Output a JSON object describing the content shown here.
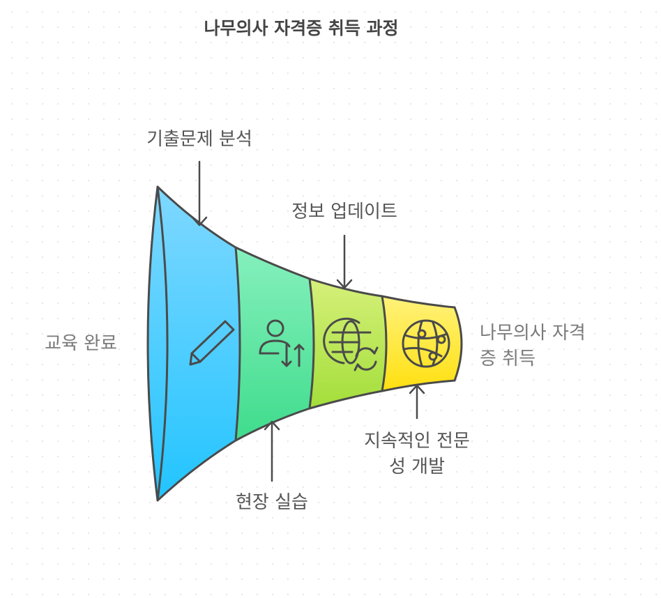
{
  "title": "나무의사 자격증 취득 과정",
  "stages": {
    "start": "교육 완료",
    "step1": "기출문제 분석",
    "step2": "현장 실습",
    "step3": "정보 업데이트",
    "step4_line1": "지속적인 전문",
    "step4_line2": "성 개발",
    "end_line1": "나무의사 자격",
    "end_line2": "증 취득"
  },
  "colors": {
    "blue": "#3ec8ff",
    "green": "#5ee6a0",
    "lime": "#b6e850",
    "yellow": "#ffe433",
    "outline": "#4a4a4a"
  },
  "icons": [
    "pencil-icon",
    "user-transfer-icon",
    "globe-refresh-icon",
    "network-globe-icon"
  ]
}
